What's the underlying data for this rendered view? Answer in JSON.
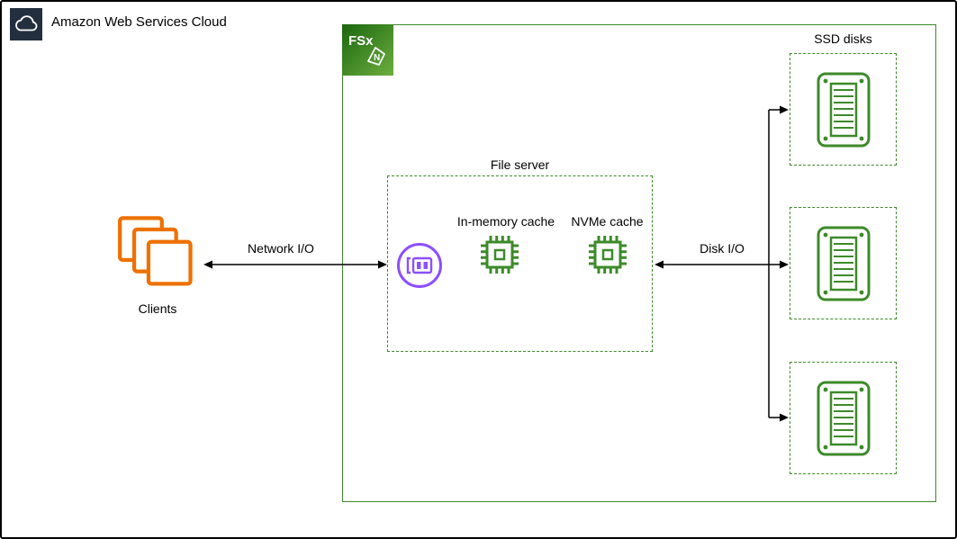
{
  "diagram": {
    "aws_cloud_label": "Amazon Web Services Cloud",
    "fsx_icon_label": "FSx",
    "fsx_icon_glyph": "N",
    "clients_label": "Clients",
    "network_io_label": "Network I/O",
    "disk_io_label": "Disk I/O",
    "file_server_label": "File server",
    "in_memory_cache_label": "In-memory cache",
    "nvme_cache_label": "NVMe cache",
    "ssd_disks_label": "SSD disks",
    "ssd_disk_count": 3
  },
  "colors": {
    "diagram_green": "#3D8A2A",
    "fsx_gradient_dark": "#1B660F",
    "fsx_gradient_light": "#6CAE3E",
    "clients_orange": "#ED7100",
    "nic_purple": "#8C4FFF",
    "aws_navy": "#232F3E",
    "line_black": "#000000"
  }
}
